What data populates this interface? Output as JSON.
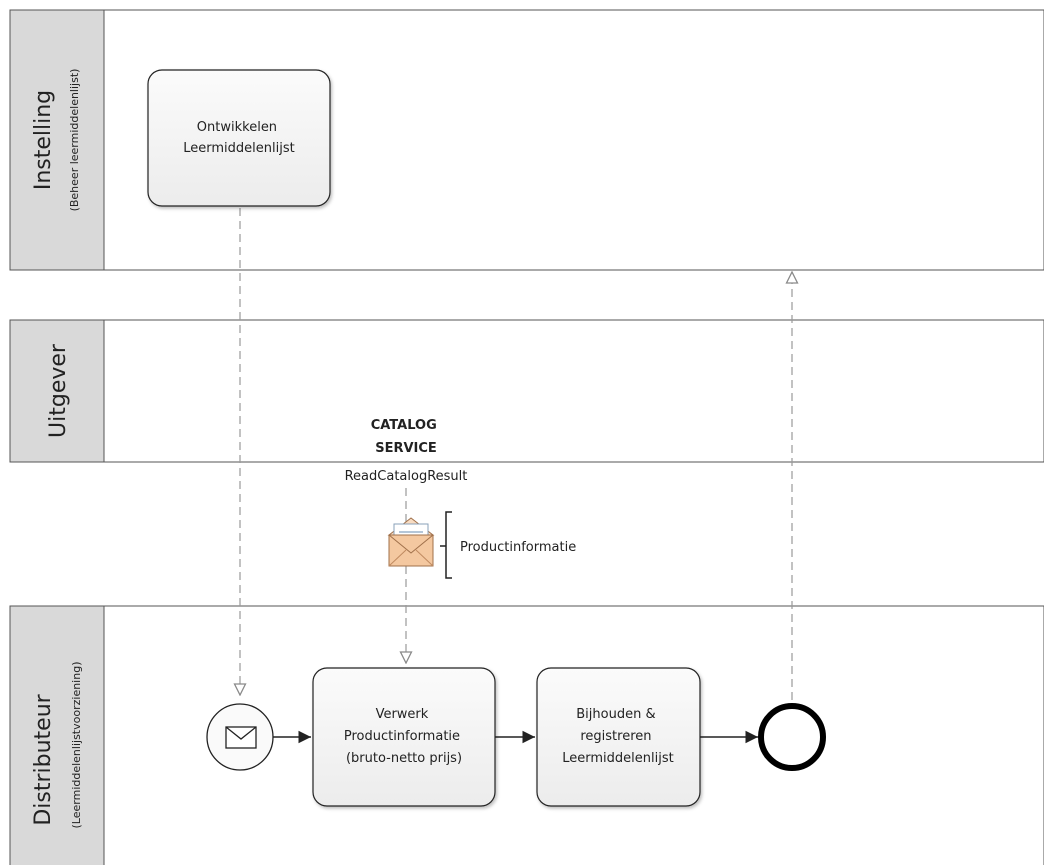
{
  "lanes": [
    {
      "name": "Instelling",
      "subtitle": "(Beheer leermiddelenlijst)"
    },
    {
      "name": "Uitgever",
      "subtitle": ""
    },
    {
      "name": "Distributeur",
      "subtitle": "(Leermiddelenlijstvoorziening)"
    }
  ],
  "tasks": {
    "ontwikkelen": [
      "Ontwikkelen",
      "Leermiddelenlijst"
    ],
    "verwerk": [
      "Verwerk",
      "Productinformatie",
      "(bruto-netto prijs)"
    ],
    "bijhouden": [
      "Bijhouden &",
      "registreren",
      "Leermiddelenlijst"
    ]
  },
  "service": {
    "title_lines": [
      "CATALOG",
      "SERVICE"
    ],
    "operation": "ReadCatalogResult"
  },
  "message": {
    "annotation": "Productinformatie",
    "icon": "envelope-icon"
  },
  "events": {
    "start": "message-start-event",
    "end": "end-event"
  },
  "colors": {
    "lane_header": "#d9d9d9",
    "task_fill": "#f2f2f2",
    "border": "#333333",
    "dashed_flow": "#999999",
    "envelope": "#f4c8a0"
  }
}
